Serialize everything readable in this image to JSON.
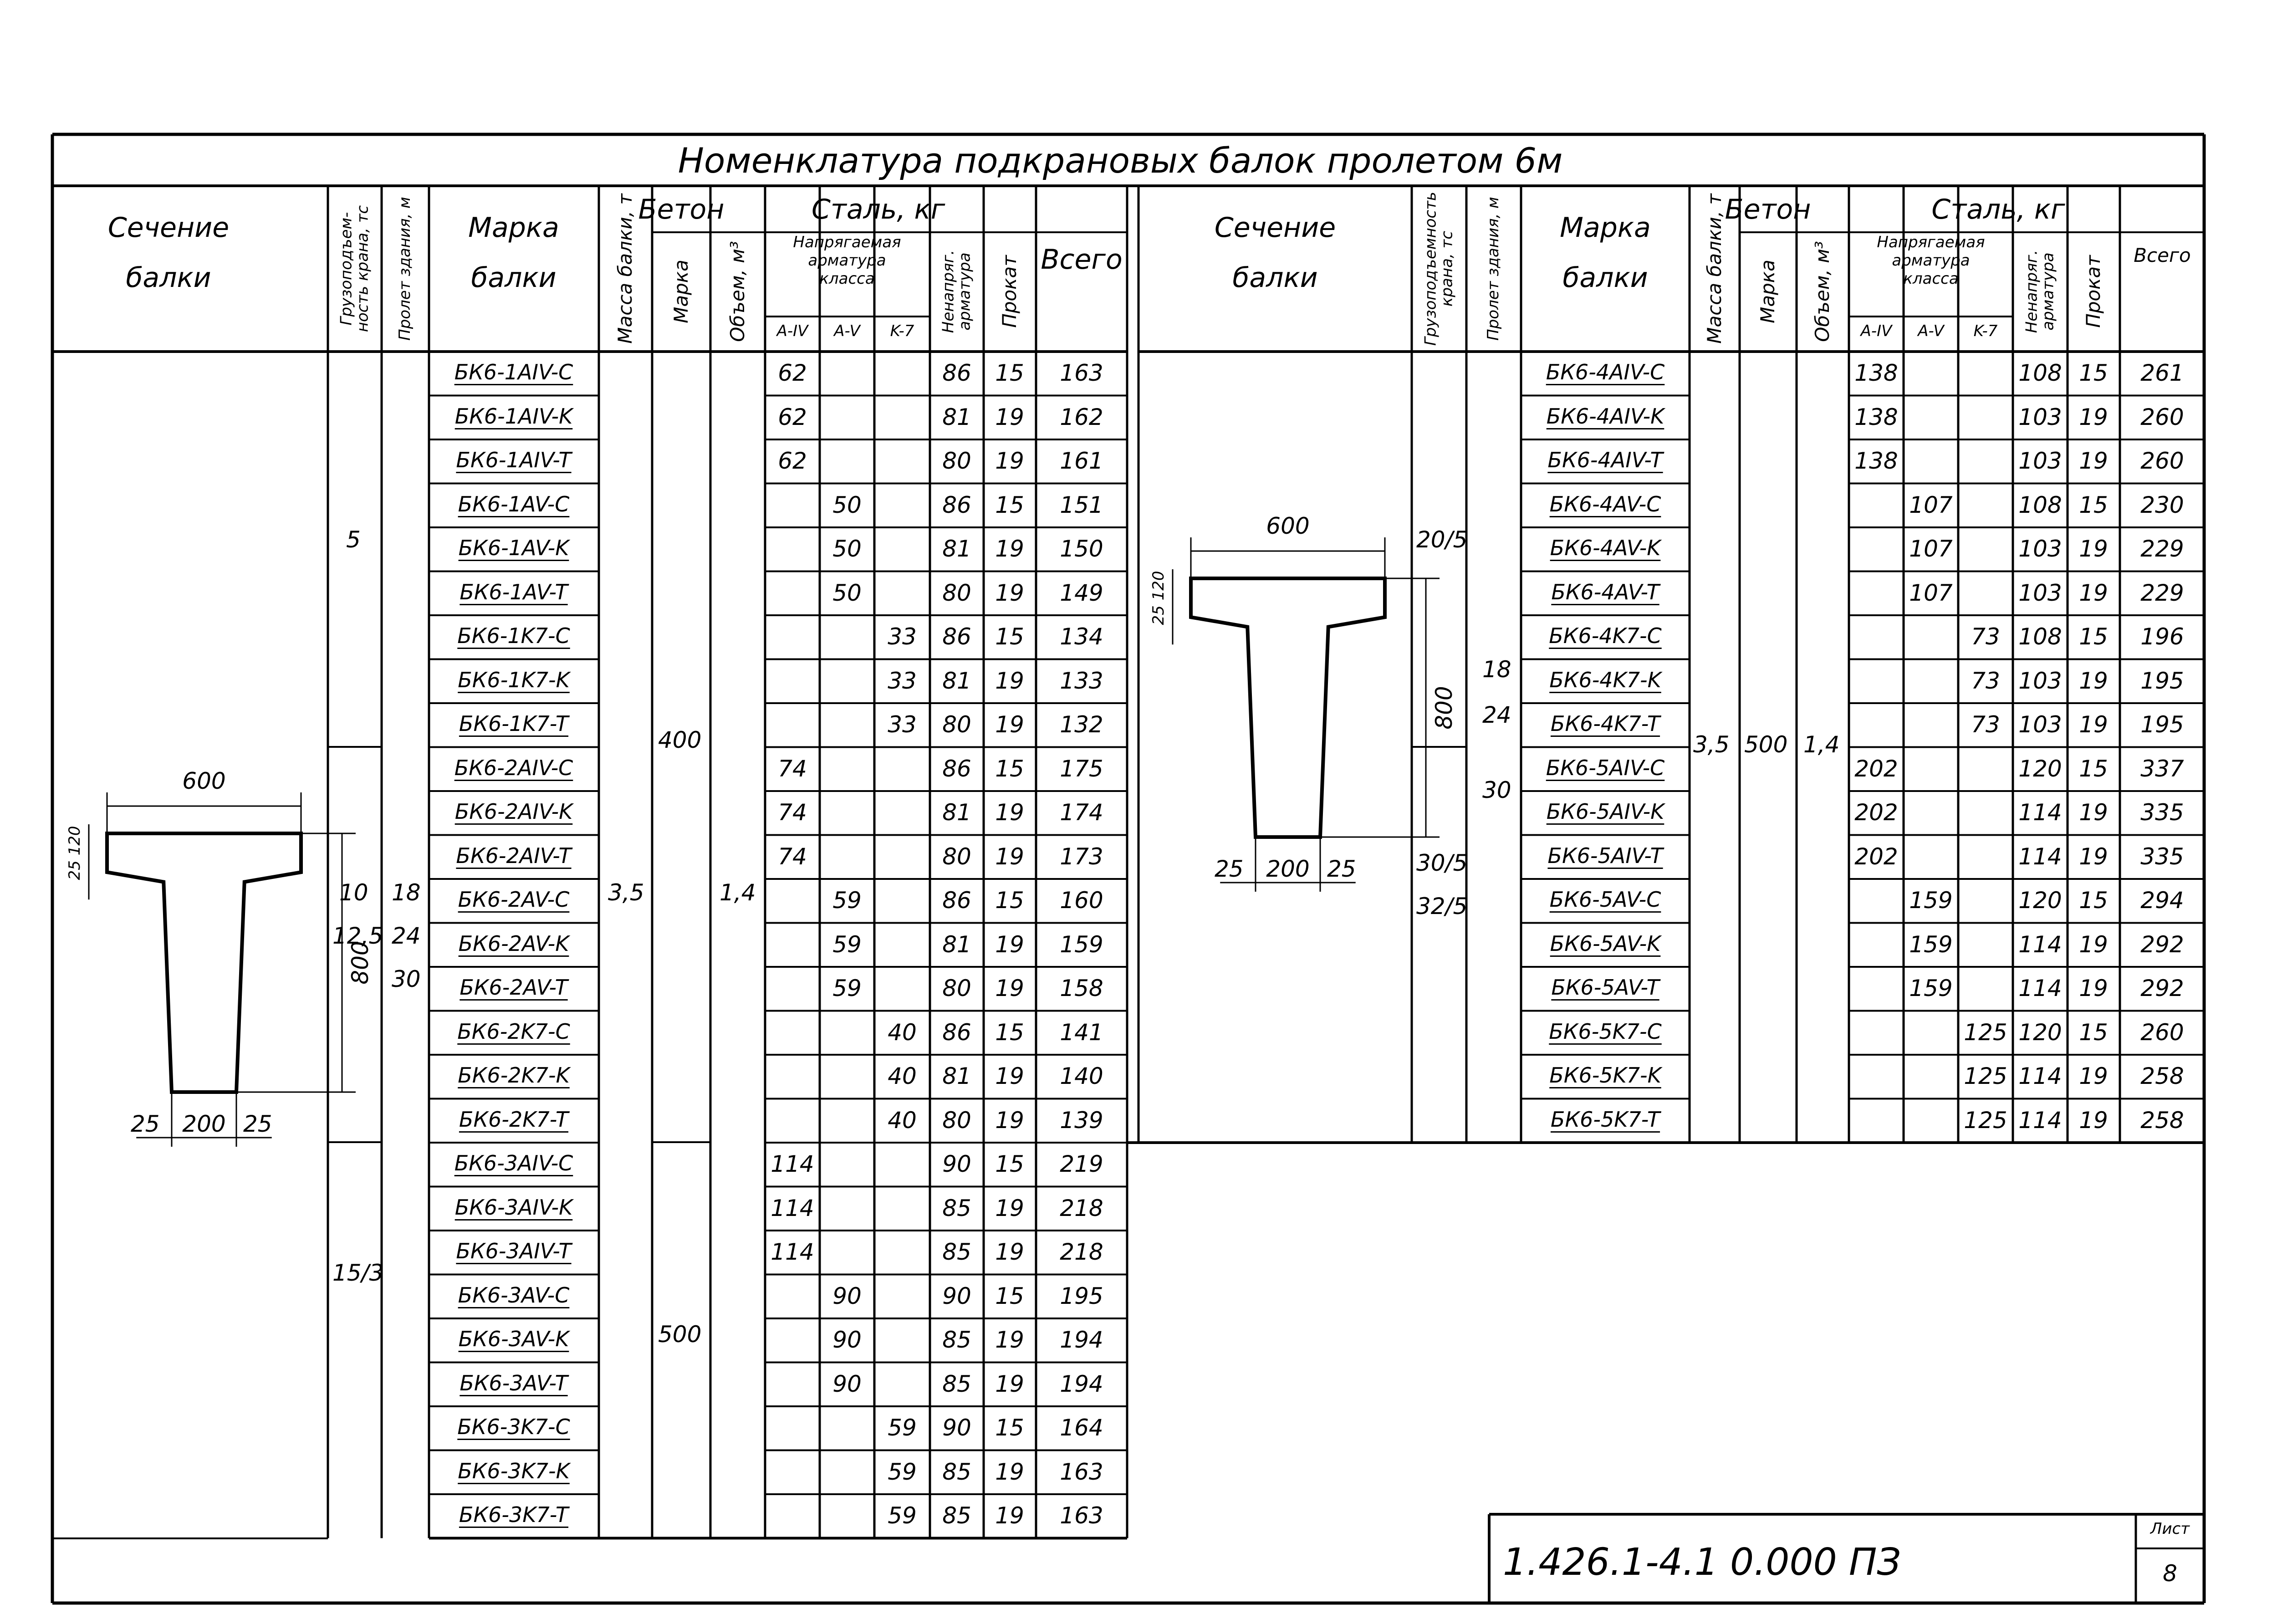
{
  "title": "Номенклатура подкрановых балок пролетом 6м",
  "headers": {
    "section_l1": "Сечение",
    "section_l2": "балки",
    "crane": "Грузоподъем-ность крана, тс",
    "crane_right": "Грузоподъемность крана, тс",
    "span": "Пролет здания, м",
    "mark_l1": "Марка",
    "mark_l2": "балки",
    "mass": "Масса балки, т",
    "concrete": "Бетон",
    "concrete_grade": "Марка",
    "volume": "Объем, м³",
    "steel": "Сталь, кг",
    "prestressed_l1": "Напрягаемая",
    "prestressed_l2": "арматура",
    "prestressed_l3": "класса",
    "a4": "A-IV",
    "a5": "A-V",
    "k7": "K-7",
    "nonprestressed": "Ненапряг. арматура",
    "rolled": "Прокат",
    "total": "Всего"
  },
  "left_table": {
    "rows": [
      [
        "БК6-1AIV-C",
        "62",
        "",
        "",
        "86",
        "15",
        "163"
      ],
      [
        "БК6-1AIV-K",
        "62",
        "",
        "",
        "81",
        "19",
        "162"
      ],
      [
        "БК6-1AIV-T",
        "62",
        "",
        "",
        "80",
        "19",
        "161"
      ],
      [
        "БК6-1AV-C",
        "",
        "50",
        "",
        "86",
        "15",
        "151"
      ],
      [
        "БК6-1AV-K",
        "",
        "50",
        "",
        "81",
        "19",
        "150"
      ],
      [
        "БК6-1AV-T",
        "",
        "50",
        "",
        "80",
        "19",
        "149"
      ],
      [
        "БК6-1K7-C",
        "",
        "",
        "33",
        "86",
        "15",
        "134"
      ],
      [
        "БК6-1K7-K",
        "",
        "",
        "33",
        "81",
        "19",
        "133"
      ],
      [
        "БК6-1K7-T",
        "",
        "",
        "33",
        "80",
        "19",
        "132"
      ],
      [
        "БК6-2AIV-C",
        "74",
        "",
        "",
        "86",
        "15",
        "175"
      ],
      [
        "БК6-2AIV-K",
        "74",
        "",
        "",
        "81",
        "19",
        "174"
      ],
      [
        "БК6-2AIV-T",
        "74",
        "",
        "",
        "80",
        "19",
        "173"
      ],
      [
        "БК6-2AV-C",
        "",
        "59",
        "",
        "86",
        "15",
        "160"
      ],
      [
        "БК6-2AV-K",
        "",
        "59",
        "",
        "81",
        "19",
        "159"
      ],
      [
        "БК6-2AV-T",
        "",
        "59",
        "",
        "80",
        "19",
        "158"
      ],
      [
        "БК6-2K7-C",
        "",
        "",
        "40",
        "86",
        "15",
        "141"
      ],
      [
        "БК6-2K7-K",
        "",
        "",
        "40",
        "81",
        "19",
        "140"
      ],
      [
        "БК6-2K7-T",
        "",
        "",
        "40",
        "80",
        "19",
        "139"
      ],
      [
        "БК6-3AIV-C",
        "114",
        "",
        "",
        "90",
        "15",
        "219"
      ],
      [
        "БК6-3AIV-K",
        "114",
        "",
        "",
        "85",
        "19",
        "218"
      ],
      [
        "БК6-3AIV-T",
        "114",
        "",
        "",
        "85",
        "19",
        "218"
      ],
      [
        "БК6-3AV-C",
        "",
        "90",
        "",
        "90",
        "15",
        "195"
      ],
      [
        "БК6-3AV-K",
        "",
        "90",
        "",
        "85",
        "19",
        "194"
      ],
      [
        "БК6-3AV-T",
        "",
        "90",
        "",
        "85",
        "19",
        "194"
      ],
      [
        "БК6-3K7-C",
        "",
        "",
        "59",
        "90",
        "15",
        "164"
      ],
      [
        "БК6-3K7-K",
        "",
        "",
        "59",
        "85",
        "19",
        "163"
      ],
      [
        "БК6-3K7-T",
        "",
        "",
        "59",
        "85",
        "19",
        "163"
      ]
    ],
    "crane_group1": "5",
    "crane_group2_a": "10",
    "crane_group2_b": "12,5",
    "crane_group3": "15/3",
    "span_1": "18",
    "span_2": "24",
    "span_3": "30",
    "mass": "3,5",
    "grade_1": "400",
    "grade_2": "500",
    "volume": "1,4"
  },
  "right_table": {
    "rows": [
      [
        "БК6-4AIV-C",
        "138",
        "",
        "",
        "108",
        "15",
        "261"
      ],
      [
        "БК6-4AIV-K",
        "138",
        "",
        "",
        "103",
        "19",
        "260"
      ],
      [
        "БК6-4AIV-T",
        "138",
        "",
        "",
        "103",
        "19",
        "260"
      ],
      [
        "БК6-4AV-C",
        "",
        "107",
        "",
        "108",
        "15",
        "230"
      ],
      [
        "БК6-4AV-K",
        "",
        "107",
        "",
        "103",
        "19",
        "229"
      ],
      [
        "БК6-4AV-T",
        "",
        "107",
        "",
        "103",
        "19",
        "229"
      ],
      [
        "БК6-4K7-C",
        "",
        "",
        "73",
        "108",
        "15",
        "196"
      ],
      [
        "БК6-4K7-K",
        "",
        "",
        "73",
        "103",
        "19",
        "195"
      ],
      [
        "БК6-4K7-T",
        "",
        "",
        "73",
        "103",
        "19",
        "195"
      ],
      [
        "БК6-5AIV-C",
        "202",
        "",
        "",
        "120",
        "15",
        "337"
      ],
      [
        "БК6-5AIV-K",
        "202",
        "",
        "",
        "114",
        "19",
        "335"
      ],
      [
        "БК6-5AIV-T",
        "202",
        "",
        "",
        "114",
        "19",
        "335"
      ],
      [
        "БК6-5AV-C",
        "",
        "159",
        "",
        "120",
        "15",
        "294"
      ],
      [
        "БК6-5AV-K",
        "",
        "159",
        "",
        "114",
        "19",
        "292"
      ],
      [
        "БК6-5AV-T",
        "",
        "159",
        "",
        "114",
        "19",
        "292"
      ],
      [
        "БК6-5K7-C",
        "",
        "",
        "125",
        "120",
        "15",
        "260"
      ],
      [
        "БК6-5K7-K",
        "",
        "",
        "125",
        "114",
        "19",
        "258"
      ],
      [
        "БК6-5K7-T",
        "",
        "",
        "125",
        "114",
        "19",
        "258"
      ]
    ],
    "crane_group1": "20/5",
    "crane_group2_a": "30/5",
    "crane_group2_b": "32/5",
    "span_1": "18",
    "span_2": "24",
    "span_3": "30",
    "mass": "3,5",
    "grade": "500",
    "volume": "1,4"
  },
  "section_drawing": {
    "top_width": "600",
    "flange_1": "25",
    "flange_2": "120",
    "height": "800",
    "bottom_left": "25",
    "bottom_web": "200",
    "bottom_right": "25"
  },
  "stamp": {
    "doc_code": "1.426.1-4.1  0.000 ПЗ",
    "sheet_label": "Лист",
    "sheet_no": "8"
  }
}
